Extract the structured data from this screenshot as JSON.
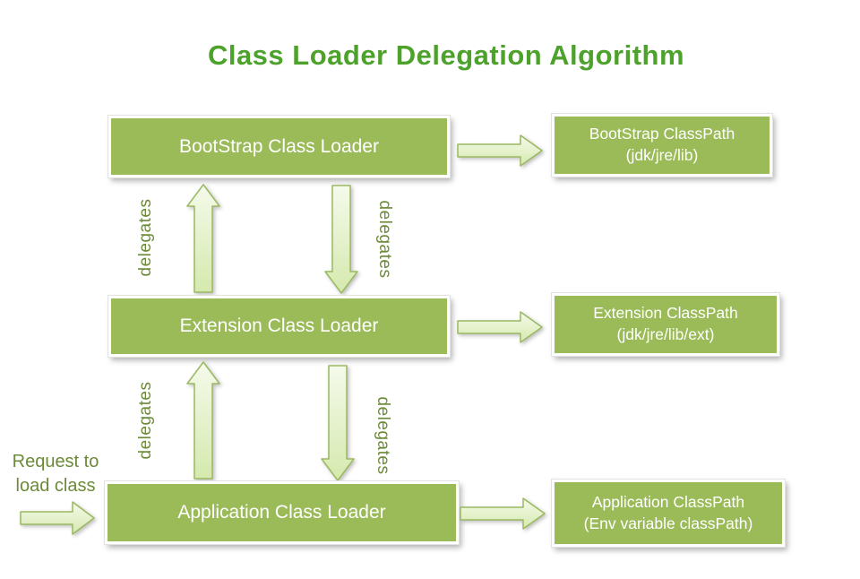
{
  "title": "Class Loader Delegation Algorithm",
  "rows": [
    {
      "loader": "BootStrap Class Loader",
      "classpath": {
        "line1": "BootStrap ClassPath",
        "line2": "(jdk/jre/lib)"
      }
    },
    {
      "loader": "Extension Class Loader",
      "classpath": {
        "line1": "Extension ClassPath",
        "line2": "(jdk/jre/lib/ext)"
      }
    },
    {
      "loader": "Application Class Loader",
      "classpath": {
        "line1": "Application ClassPath",
        "line2": "(Env variable classPath)"
      }
    }
  ],
  "delegates": [
    "delegates",
    "delegates",
    "delegates",
    "delegates"
  ],
  "request": {
    "line1": "Request to",
    "line2": "load class"
  },
  "icons": {
    "up_arrow": "block-arrow-up-icon",
    "down_arrow": "block-arrow-down-icon",
    "right_arrow": "block-arrow-right-icon"
  },
  "colors": {
    "background": "#FFFFFF",
    "title_text": "#4CA22B",
    "box_fill": "#9BBB59",
    "box_text": "#FFFFFF",
    "label_text": "#6C8A39",
    "arrow_fill_top": "#F5FAEB",
    "arrow_fill_bottom": "#D5E9AE",
    "arrow_border": "#9BB961"
  }
}
